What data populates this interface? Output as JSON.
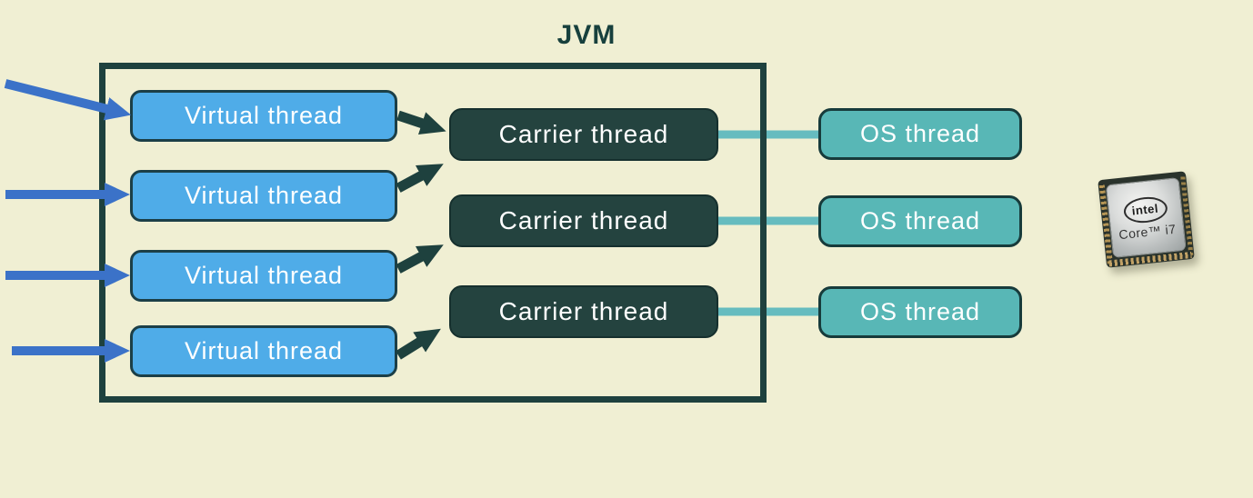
{
  "title": "JVM",
  "diagram": {
    "virtual_threads": [
      {
        "label": "Virtual thread"
      },
      {
        "label": "Virtual thread"
      },
      {
        "label": "Virtual thread"
      },
      {
        "label": "Virtual thread"
      }
    ],
    "carrier_threads": [
      {
        "label": "Carrier thread"
      },
      {
        "label": "Carrier thread"
      },
      {
        "label": "Carrier thread"
      }
    ],
    "os_threads": [
      {
        "label": "OS thread"
      },
      {
        "label": "OS thread"
      },
      {
        "label": "OS thread"
      }
    ],
    "cpu": {
      "brand": "intel",
      "model": "Core™ i7"
    }
  },
  "colors": {
    "background": "#f0efd3",
    "jvm_border": "#1e413e",
    "virtual_thread_fill": "#4face8",
    "carrier_thread_fill": "#24433f",
    "os_thread_fill": "#58b7b6",
    "incoming_arrow_blue": "#3b72c8",
    "handoff_arrow_dark": "#1e413e",
    "connector_teal": "#66bcbf",
    "label_text": "#ffffff",
    "title_text": "#17403d"
  }
}
